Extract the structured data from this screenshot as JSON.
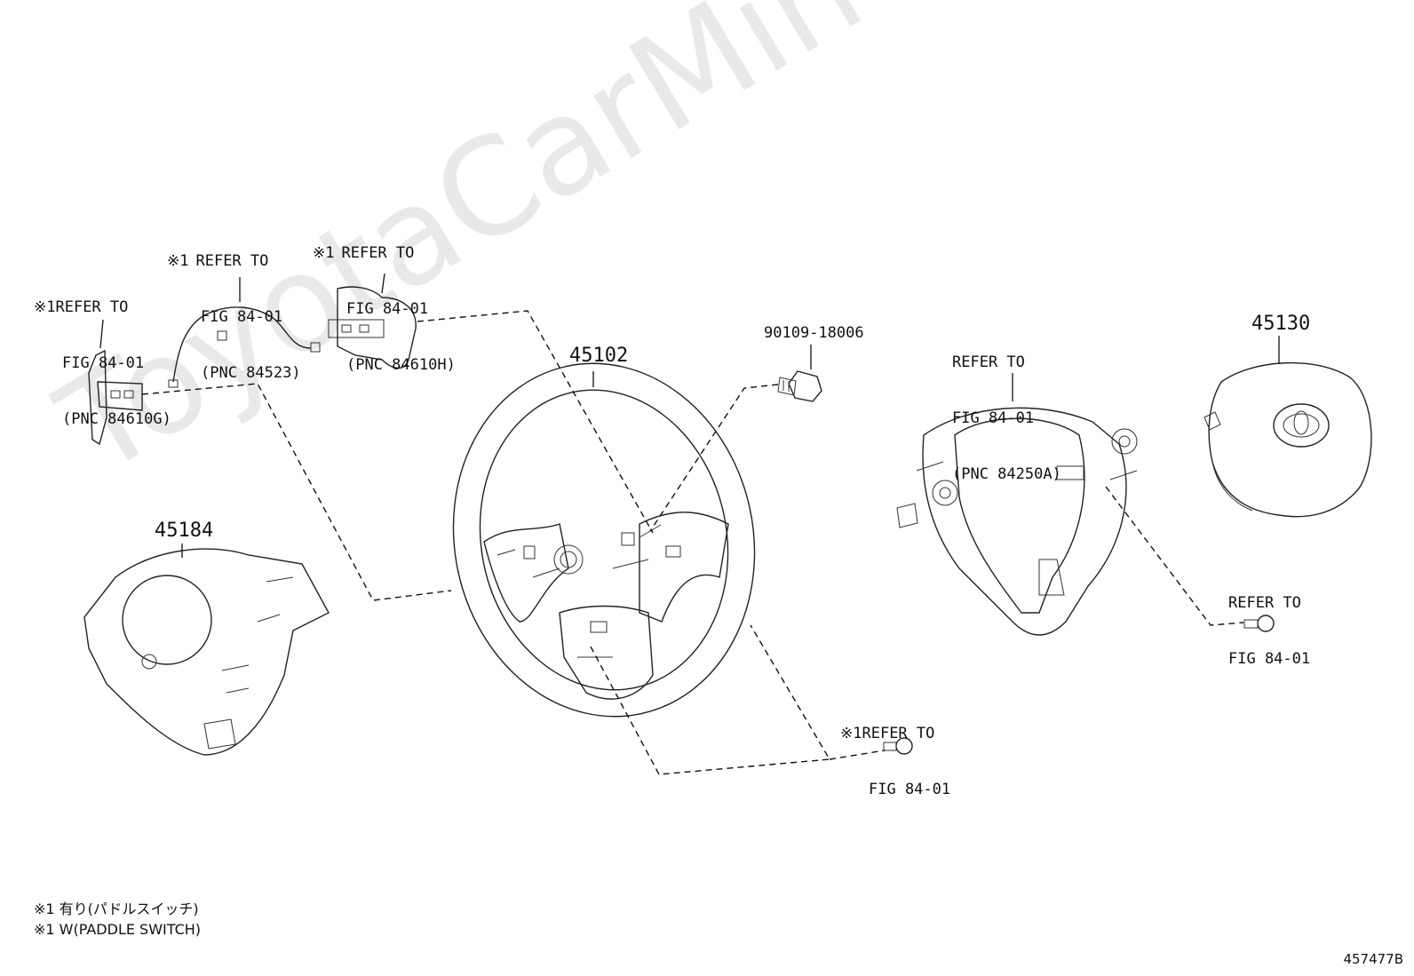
{
  "watermark": "ToyotaCarMine.ru",
  "figure_id": "457477B",
  "parts": [
    {
      "id": "p45102",
      "number": "45102",
      "name": "steering-wheel"
    },
    {
      "id": "p45130",
      "number": "45130",
      "name": "airbag-horn-pad"
    },
    {
      "id": "p45184",
      "number": "45184",
      "name": "lower-cover"
    },
    {
      "id": "p90109",
      "number": "90109-18006",
      "name": "bolt"
    }
  ],
  "refs": {
    "paddle_left": {
      "mark": "※1",
      "lines": [
        "REFER TO",
        "FIG 84-01",
        "(PNC 84610G)"
      ]
    },
    "wire": {
      "mark": "※1",
      "lines": [
        "REFER TO",
        "FIG 84-01",
        "(PNC 84523)"
      ]
    },
    "paddle_right": {
      "mark": "※1",
      "lines": [
        "REFER TO",
        "FIG 84-01",
        "(PNC 84610H)"
      ]
    },
    "switch_pad": {
      "mark": "",
      "lines": [
        "REFER TO",
        "FIG 84-01",
        "(PNC 84250A)"
      ]
    },
    "screw_right": {
      "mark": "",
      "lines": [
        "REFER TO",
        "FIG 84-01"
      ]
    },
    "screw_bottom": {
      "mark": "※1",
      "lines": [
        "REFER TO",
        "FIG 84-01"
      ]
    }
  },
  "notes": [
    "※1 有り(パドルスイッチ)",
    "※1 W(PADDLE SWITCH)"
  ]
}
